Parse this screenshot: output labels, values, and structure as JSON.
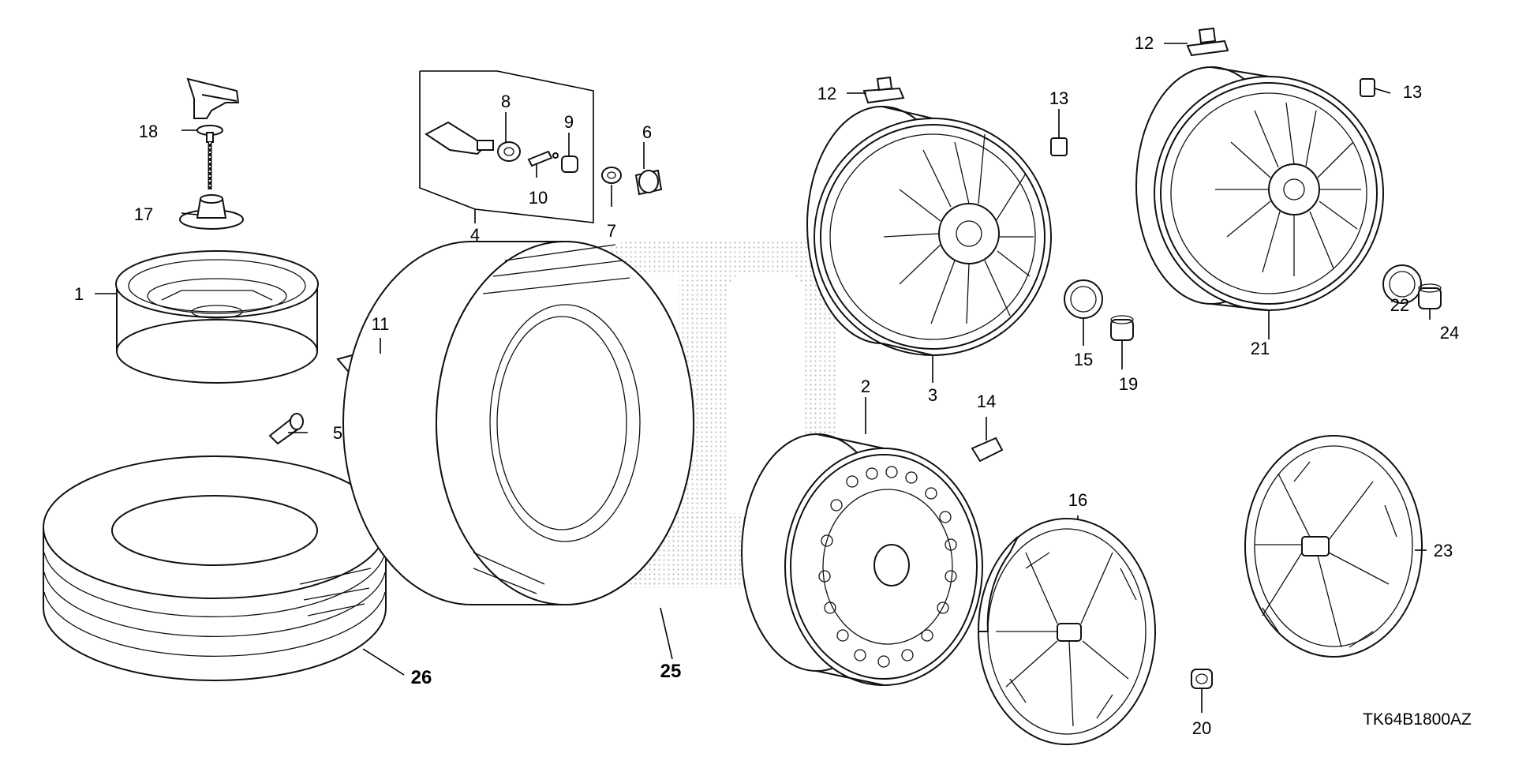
{
  "diagram": {
    "code": "TK64B1800AZ",
    "callouts": [
      {
        "id": "c1",
        "text": "1"
      },
      {
        "id": "c2",
        "text": "2"
      },
      {
        "id": "c3",
        "text": "3"
      },
      {
        "id": "c4",
        "text": "4"
      },
      {
        "id": "c5",
        "text": "5"
      },
      {
        "id": "c6",
        "text": "6"
      },
      {
        "id": "c7",
        "text": "7"
      },
      {
        "id": "c8",
        "text": "8"
      },
      {
        "id": "c9",
        "text": "9"
      },
      {
        "id": "c10",
        "text": "10"
      },
      {
        "id": "c11",
        "text": "11"
      },
      {
        "id": "c12a",
        "text": "12"
      },
      {
        "id": "c12b",
        "text": "12"
      },
      {
        "id": "c13a",
        "text": "13"
      },
      {
        "id": "c13b",
        "text": "13"
      },
      {
        "id": "c14",
        "text": "14"
      },
      {
        "id": "c15",
        "text": "15"
      },
      {
        "id": "c16",
        "text": "16"
      },
      {
        "id": "c17",
        "text": "17"
      },
      {
        "id": "c18",
        "text": "18"
      },
      {
        "id": "c19",
        "text": "19"
      },
      {
        "id": "c20",
        "text": "20"
      },
      {
        "id": "c21",
        "text": "21"
      },
      {
        "id": "c22",
        "text": "22"
      },
      {
        "id": "c23",
        "text": "23"
      },
      {
        "id": "c24",
        "text": "24"
      },
      {
        "id": "c25",
        "text": "25"
      },
      {
        "id": "c26",
        "text": "26"
      }
    ]
  }
}
